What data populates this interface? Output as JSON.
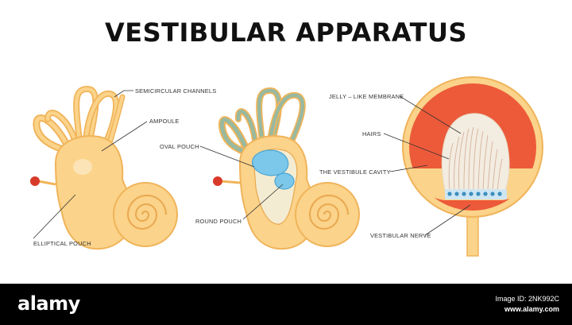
{
  "title": "VESTIBULAR APPARATUS",
  "labels": {
    "semicircular_channels": "SEMICIRCULAR CHANNELS",
    "ampoule": "AMPOULE",
    "elliptical_pouch": "ELLIPTICAL POUCH",
    "oval_pouch": "OVAL POUCH",
    "round_pouch": "ROUND POUCH",
    "jelly_like_membrane": "JELLY – LIKE MEMBRANE",
    "hairs": "HAIRS",
    "vestibule_cavity": "THE VESTIBULE CAVITY",
    "vestibular_nerve": "VESTIBULAR NERVE"
  },
  "watermark": {
    "brand": "alamy",
    "image_id": "Image ID: 2NK992C",
    "site": "www.alamy.com"
  },
  "colors": {
    "body_fill": "#fbd38a",
    "body_stroke": "#f0b45a",
    "canal_stroke": "#f5c173",
    "green_canal": "#98b9a0",
    "blue_pouch": "#7cc8ea",
    "red_outer": "#ec5a3a",
    "membrane": "#f3ece0",
    "nerve_dot": "#3e8fbf",
    "knob": "#d83a2a"
  }
}
